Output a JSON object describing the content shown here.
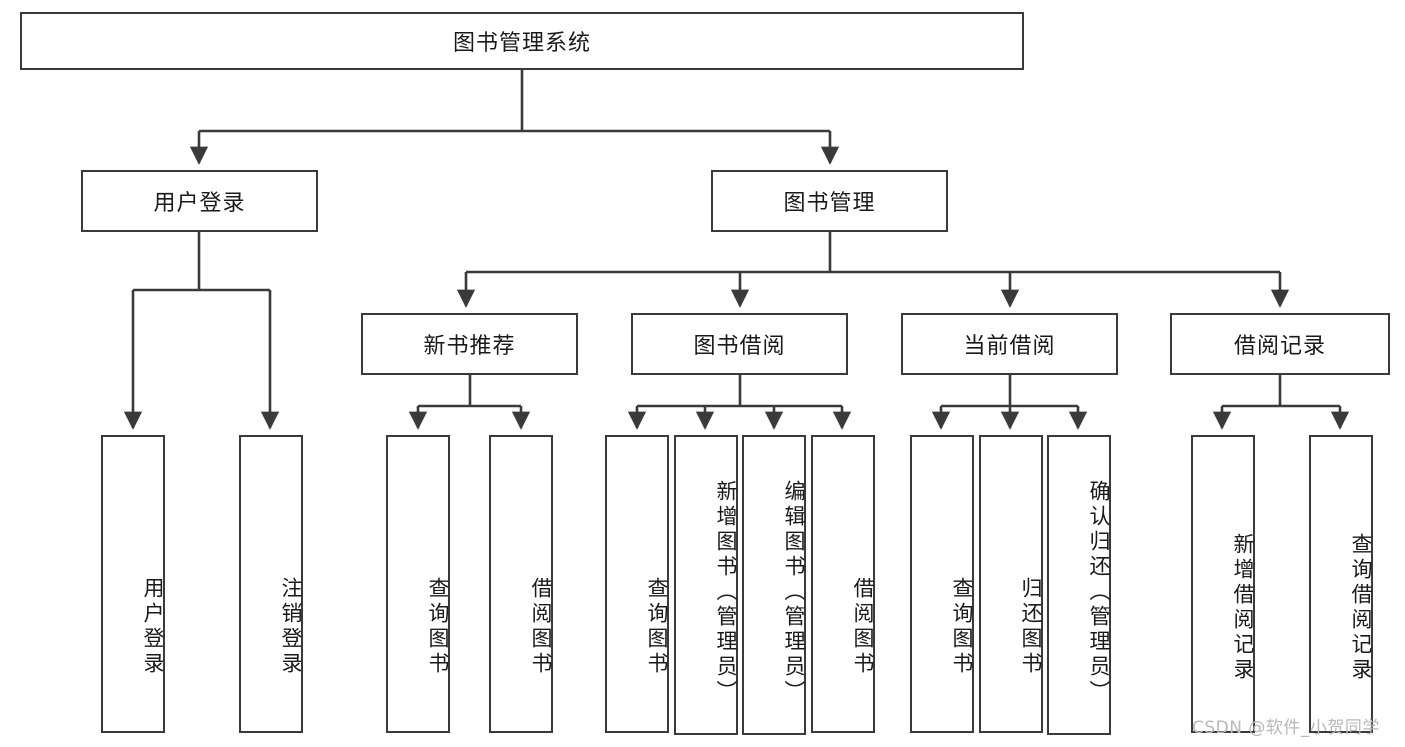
{
  "diagram": {
    "type": "tree-hierarchy-chart",
    "title_node": {
      "label": "图书管理系统"
    },
    "level2": [
      {
        "label": "用户登录"
      },
      {
        "label": "图书管理"
      }
    ],
    "level3": [
      {
        "label": "新书推荐"
      },
      {
        "label": "图书借阅"
      },
      {
        "label": "当前借阅"
      },
      {
        "label": "借阅记录"
      }
    ],
    "leaves": {
      "user_login": [
        {
          "label": "用户登录"
        },
        {
          "label": "注销登录"
        }
      ],
      "new_book_recommend": [
        {
          "label": "查询图书"
        },
        {
          "label": "借阅图书"
        }
      ],
      "book_borrow": [
        {
          "label": "查询图书"
        },
        {
          "label": "新增图书（管理员）"
        },
        {
          "label": "编辑图书（管理员）"
        },
        {
          "label": "借阅图书"
        }
      ],
      "current_borrow": [
        {
          "label": "查询图书"
        },
        {
          "label": "归还图书"
        },
        {
          "label": "确认归还（管理员）"
        }
      ],
      "borrow_record": [
        {
          "label": "新增借阅记录"
        },
        {
          "label": "查询借阅记录"
        }
      ]
    }
  },
  "watermark": {
    "text": "CSDN @软件_小贺同学"
  },
  "colors": {
    "stroke": "#3a3a3a",
    "background": "#ffffff",
    "text": "#1a1a1a",
    "watermark": "#b8b8b8"
  }
}
